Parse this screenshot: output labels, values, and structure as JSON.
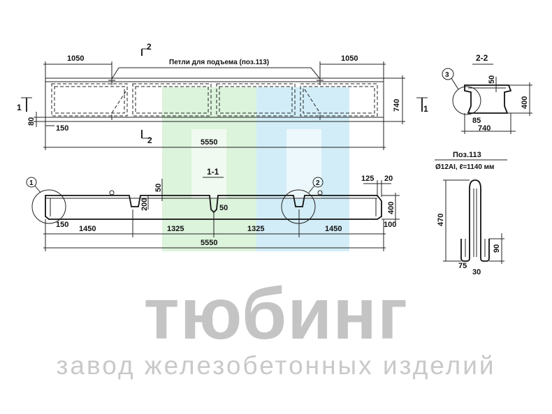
{
  "brand": {
    "name": "тюбинг",
    "tagline": "завод железобетонных изделий",
    "logo_colors": [
      "#bfe9bf",
      "#bfe6f5"
    ]
  },
  "plan_view": {
    "lifting_loops_label": "Петли для подъема (поз.113)",
    "dim_left_loop": "1050",
    "dim_right_loop": "1050",
    "dim_height": "740",
    "dim_edge": "80",
    "dim_end": "150",
    "dim_length": "5550",
    "cut_a": "1",
    "cut_b": "1",
    "section_mark_top": "2",
    "section_mark_bottom": "2"
  },
  "section_1_1": {
    "title": "1-1",
    "callout_1": "1",
    "callout_2": "2",
    "dim_50_top": "50",
    "dim_200": "200",
    "dim_50_groove": "50",
    "dim_125": "125",
    "dim_20": "20",
    "dim_400": "400",
    "dim_150": "150",
    "dim_100": "100",
    "spans": [
      "1450",
      "1325",
      "1325",
      "1450"
    ],
    "total": "5550"
  },
  "section_2_2": {
    "title": "2-2",
    "callout_3": "3",
    "dim_50": "50",
    "dim_400": "400",
    "dim_85": "85",
    "dim_740": "740"
  },
  "loop_pos113": {
    "title": "Поз.113",
    "spec": "Ø12AI, ℓ=1140 мм",
    "dim_470": "470",
    "dim_90": "90",
    "dim_75": "75",
    "dim_30": "30"
  }
}
